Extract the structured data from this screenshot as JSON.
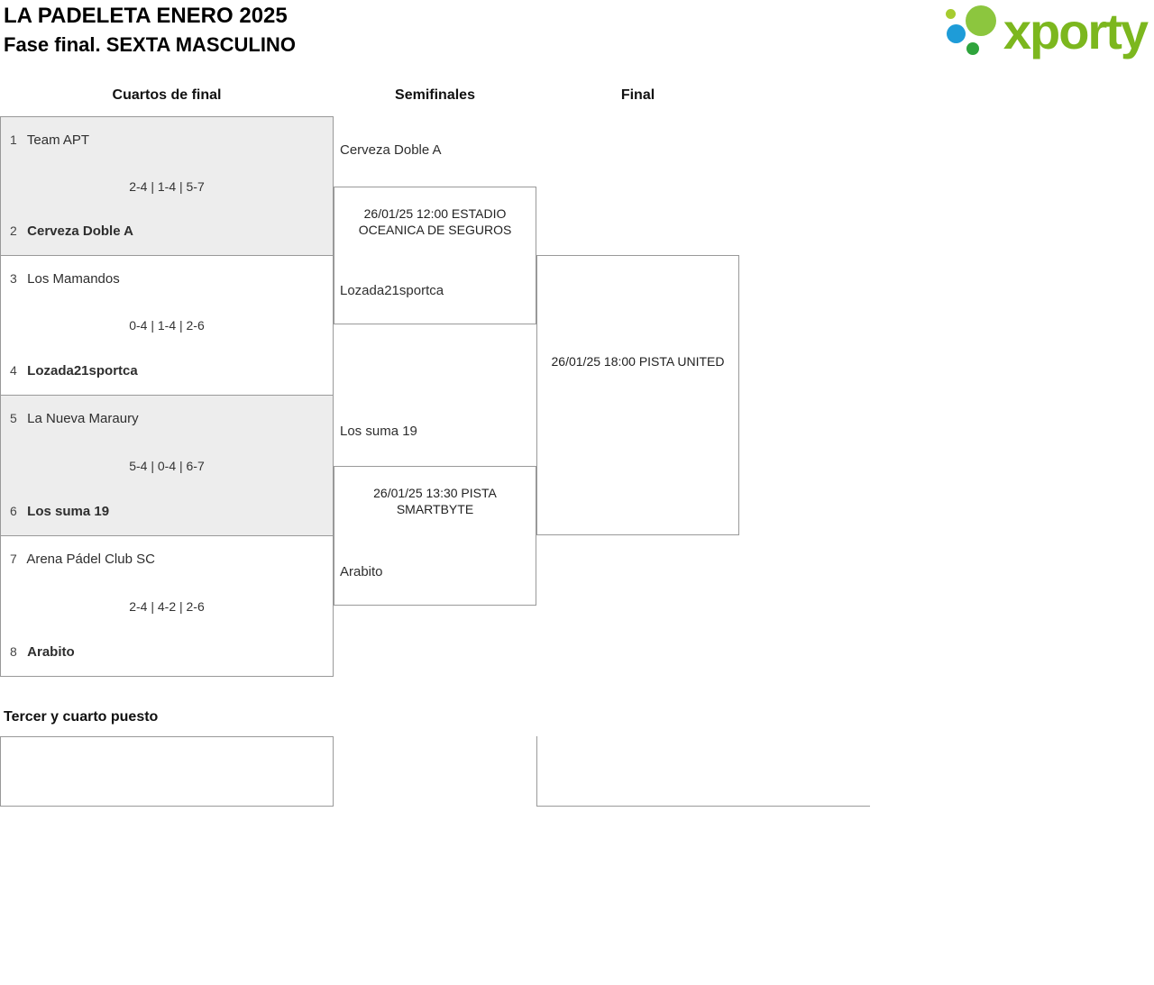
{
  "header": {
    "title": "LA PADELETA ENERO 2025",
    "subtitle": "Fase final. SEXTA MASCULINO"
  },
  "logo": {
    "wordmark": "xporty"
  },
  "columns": {
    "quarterfinals": "Cuartos de final",
    "semifinals": "Semifinales",
    "final": "Final"
  },
  "bracket": {
    "quarterfinals": [
      {
        "seed_top": "1",
        "team_top": "Team APT",
        "score": "2-4 | 1-4 | 5-7",
        "seed_bottom": "2",
        "team_bottom": "Cerveza Doble A",
        "winner": "bottom"
      },
      {
        "seed_top": "3",
        "team_top": "Los Mamandos",
        "score": "0-4 | 1-4 | 2-6",
        "seed_bottom": "4",
        "team_bottom": "Lozada21sportca",
        "winner": "bottom"
      },
      {
        "seed_top": "5",
        "team_top": "La Nueva Maraury",
        "score": "5-4 | 0-4 | 6-7",
        "seed_bottom": "6",
        "team_bottom": "Los suma 19",
        "winner": "bottom"
      },
      {
        "seed_top": "7",
        "team_top": "Arena Pádel Club SC",
        "score": "2-4 | 4-2 | 2-6",
        "seed_bottom": "8",
        "team_bottom": "Arabito",
        "winner": "bottom"
      }
    ],
    "semifinals": [
      {
        "team_top": "Cerveza Doble A",
        "info": "26/01/25 12:00 ESTADIO OCEANICA DE SEGUROS",
        "team_bottom": "Lozada21sportca"
      },
      {
        "team_top": "Los suma 19",
        "info": "26/01/25 13:30 PISTA SMARTBYTE",
        "team_bottom": "Arabito"
      }
    ],
    "final": {
      "info": "26/01/25 18:00 PISTA UNITED"
    }
  },
  "third_place": {
    "heading": "Tercer y cuarto puesto"
  },
  "colors": {
    "logo_green": "#7CB71E",
    "dot_light_green": "#8CC63E",
    "dot_small_green": "#A6CC2F",
    "dot_blue": "#1E9CD8",
    "dot_dark_green": "#2FA43C",
    "match_box_gray": "#EDEDED",
    "border_gray": "#999999"
  }
}
